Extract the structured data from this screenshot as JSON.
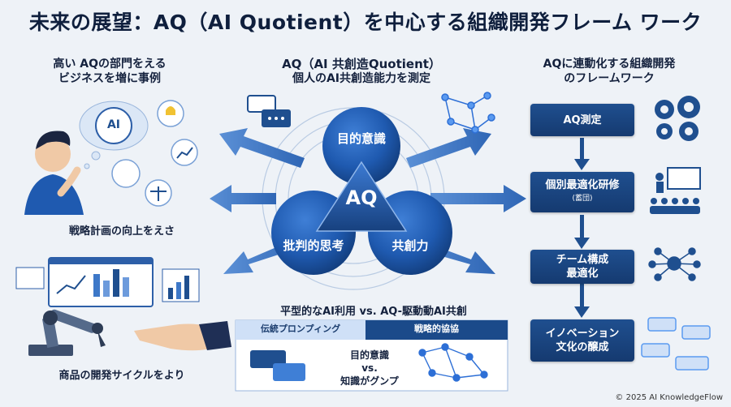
{
  "title": "未来の展望：AQ（AI Quotient）を中心する組織開発フレーム ワーク",
  "left": {
    "heading_line1": "高い AQの部門をえる",
    "heading_line2": "ビジネスを増に事例",
    "ai_label": "AI",
    "caption_top": "戦略計画の向上をえさ",
    "caption_bottom": "商品の開発サイクルをより"
  },
  "center": {
    "heading_line1": "AQ（AI 共創造Quotient）",
    "heading_line2": "個人のAI共創造能力を測定",
    "circle_top": "目的意識",
    "circle_left": "批判的思考",
    "circle_right": "共創力",
    "core_label": "AQ",
    "compare_title": "平型的なAI利用 vs. AQ-駆動動AI共創",
    "tab_left": "伝統プロンプィング",
    "tab_right": "戦略的協協",
    "compare_line1": "目的意識",
    "compare_line2": "vs.",
    "compare_line3": "知識がグンプ"
  },
  "right": {
    "heading_line1": "AQに連動化する組織開発",
    "heading_line2": "のフレームワーク",
    "steps": [
      {
        "label": "AQ測定",
        "sub": ""
      },
      {
        "label": "個別最適化研修",
        "sub": "(蓄団)"
      },
      {
        "label": "チーム構成",
        "label2": "最適化"
      },
      {
        "label": "イノベーション",
        "label2": "文化の醸成"
      }
    ]
  },
  "footer": {
    "copyright": "© 2025 AI KnowledgeFlow"
  },
  "colors": {
    "primary": "#1b4a8a",
    "accent": "#2d6fd6",
    "light": "#cfe0f7"
  }
}
